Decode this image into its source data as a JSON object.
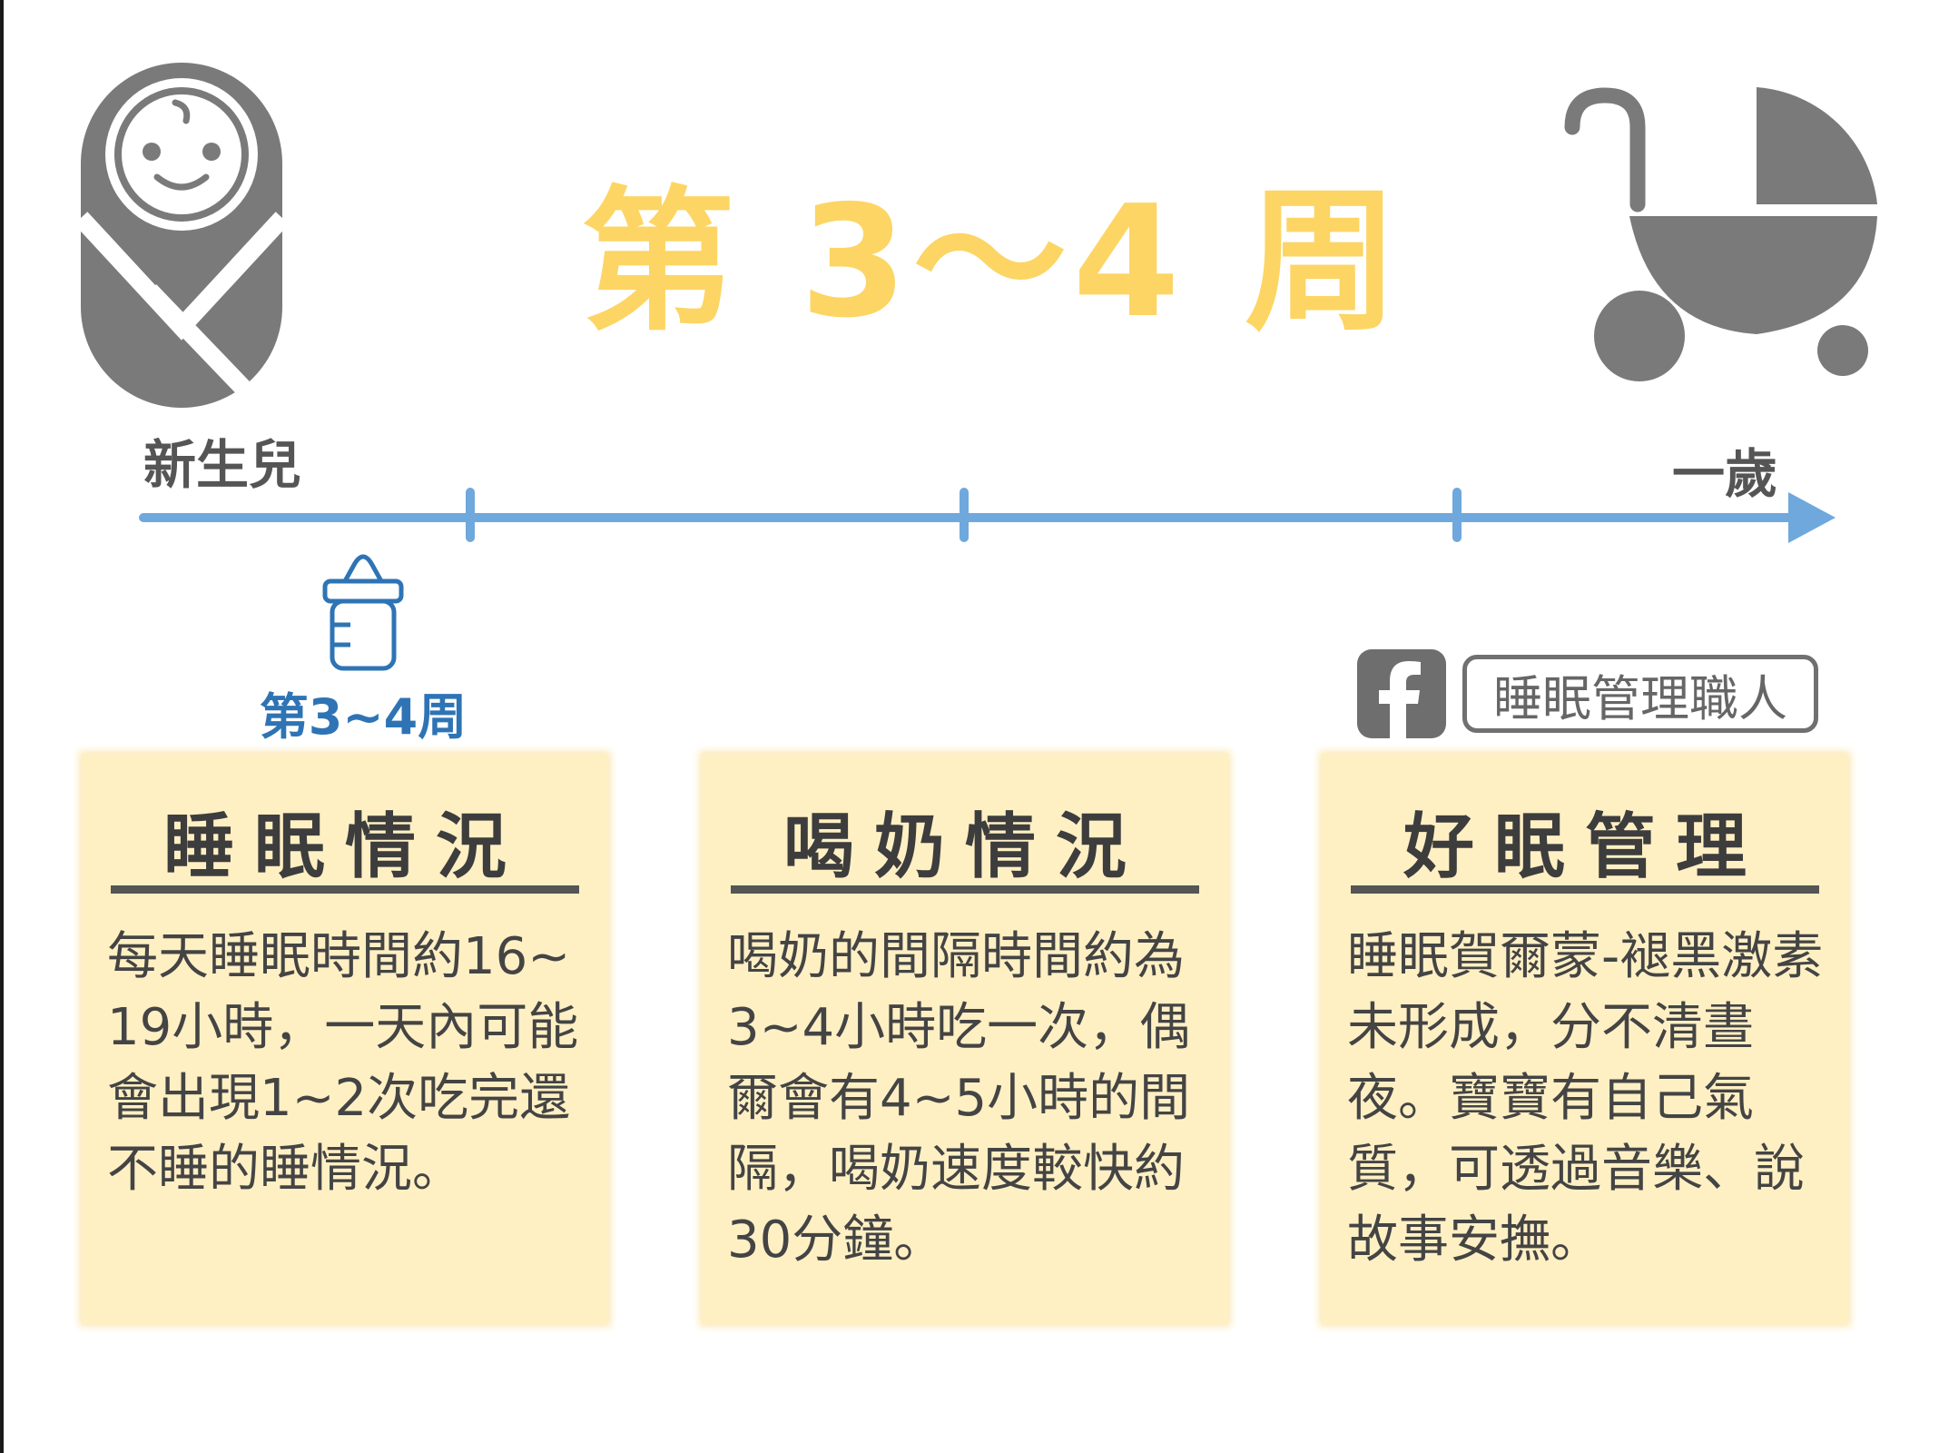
{
  "title": "第 3～4 周",
  "timeline": {
    "start_label": "新生兒",
    "end_label": "一歲",
    "marker_label": "第3~4周",
    "marker_icon": "baby-bottle-icon",
    "start_icon": "swaddled-baby-icon",
    "end_icon": "baby-stroller-icon",
    "line_color": "#6fa8dc"
  },
  "brand": {
    "icon": "facebook-icon",
    "name": "睡眠管理職人"
  },
  "cards": [
    {
      "title": "睡眠情況",
      "body": "每天睡眠時間約16~19小時，一天內可能會出現1~2次吃完還不睡的睡情況。"
    },
    {
      "title": "喝奶情況",
      "body": "喝奶的間隔時間約為3~4小時吃一次，偶爾會有4~5小時的間隔，喝奶速度較快約30分鐘。"
    },
    {
      "title": "好眠管理",
      "body": "睡眠賀爾蒙-褪黑激素未形成，分不清晝夜。寶寶有自己氣質，可透過音樂、說故事安撫。"
    }
  ],
  "colors": {
    "title": "#fcd564",
    "card_bg": "#fff0c4",
    "icon_gray": "#7a7a7a",
    "marker_blue": "#2e74b5"
  }
}
